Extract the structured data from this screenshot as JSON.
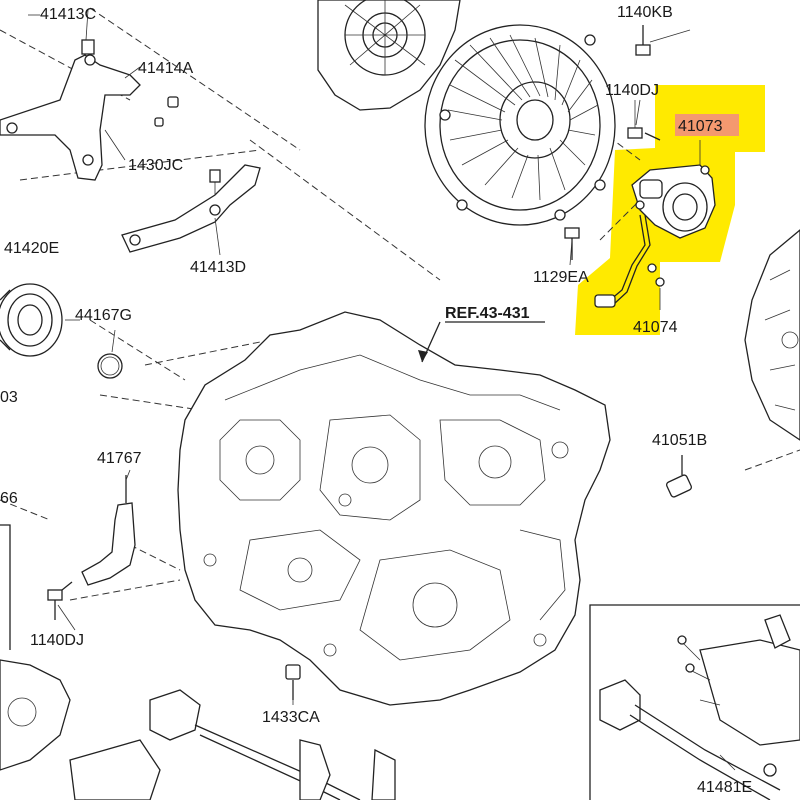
{
  "labels": {
    "p41413c": "41413C",
    "p41414a": "41414A",
    "p1430jc": "1430JC",
    "p41413d": "41413D",
    "p41420e": "41420E",
    "p44167g": "44167G",
    "p03": "03",
    "p41767": "41767",
    "p66": "66",
    "p1140dj_left": "1140DJ",
    "p1433ca": "1433CA",
    "p1140kb": "1140KB",
    "p1140dj_right": "1140DJ",
    "p41073": "41073",
    "p1129ea": "1129EA",
    "p41074": "41074",
    "ref": "REF.43-431",
    "p41051b": "41051B",
    "p41481e": "41481E"
  },
  "colors": {
    "highlight": "#ffea00",
    "label_box": "#f28b82",
    "line": "#222222"
  }
}
